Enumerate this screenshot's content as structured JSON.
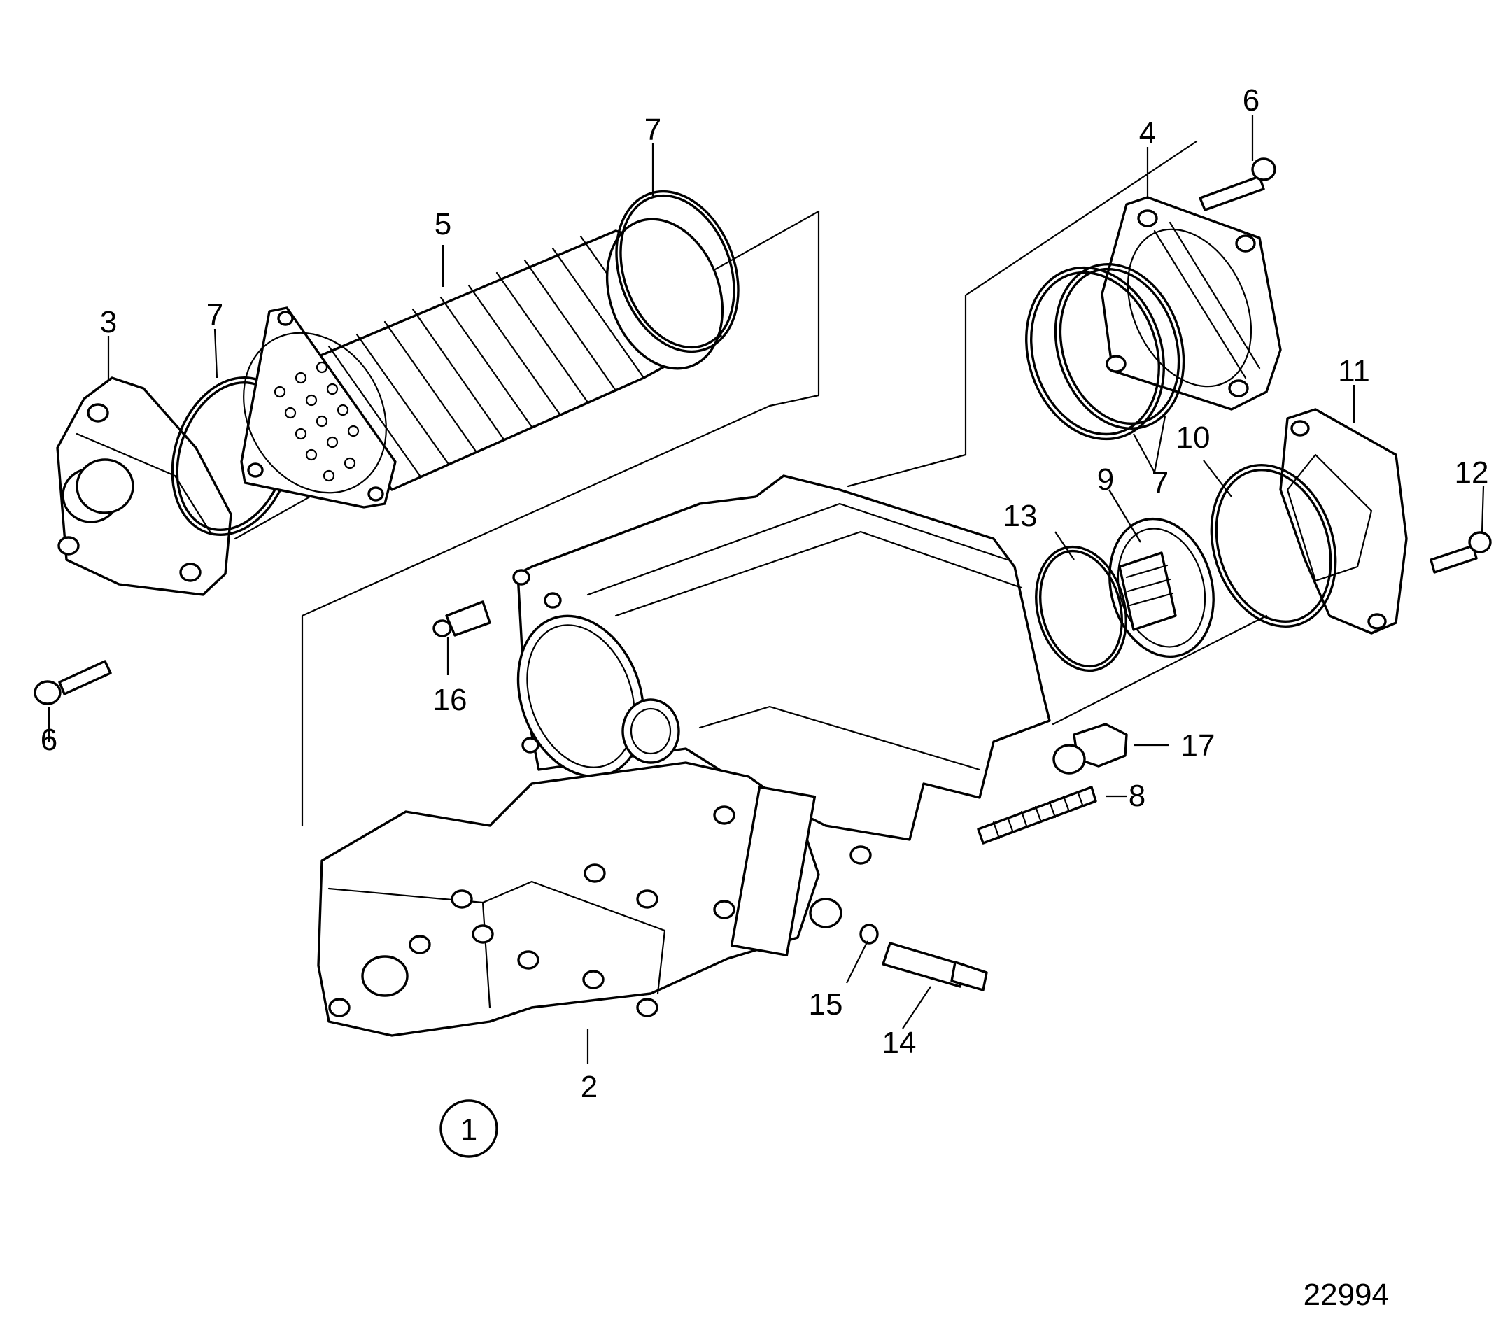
{
  "diagram": {
    "drawing_number": "22994",
    "group_marker": "1",
    "callouts": {
      "c2": "2",
      "c3": "3",
      "c4": "4",
      "c5": "5",
      "c6a": "6",
      "c6b": "6",
      "c7a": "7",
      "c7b": "7",
      "c7c": "7",
      "c8": "8",
      "c9": "9",
      "c10": "10",
      "c11": "11",
      "c12": "12",
      "c13": "13",
      "c14": "14",
      "c15": "15",
      "c16": "16",
      "c17": "17"
    }
  }
}
